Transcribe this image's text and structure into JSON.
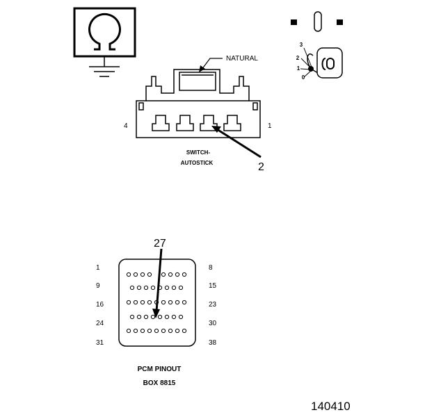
{
  "connector": {
    "callout_natural": "NATURAL",
    "pin_left": "4",
    "pin_right": "1",
    "name_line1": "SWITCH-",
    "name_line2": "AUTOSTICK",
    "callout_number": "2"
  },
  "ignition": {
    "positions": [
      "3",
      "2",
      "1",
      "0"
    ]
  },
  "pcm": {
    "callout_number": "27",
    "row_labels_left": [
      "1",
      "9",
      "16",
      "24",
      "31"
    ],
    "row_labels_right": [
      "8",
      "15",
      "23",
      "30",
      "38"
    ],
    "title": "PCM PINOUT",
    "box": "BOX 8815"
  },
  "figure_number": "140410"
}
